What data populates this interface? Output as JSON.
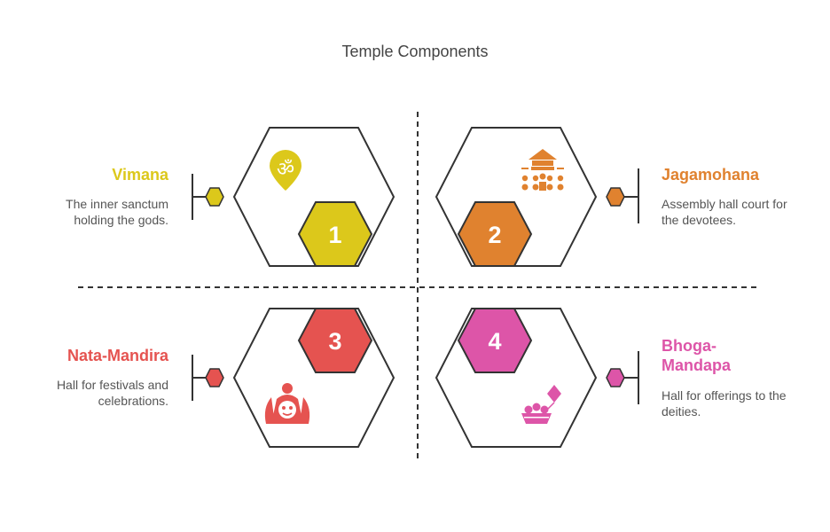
{
  "title": "Temple Components",
  "components": [
    {
      "number": "1",
      "name": "Vimana",
      "description": "The inner sanctum holding the gods.",
      "color": "#DCC81B",
      "icon": "om-symbol-icon"
    },
    {
      "number": "2",
      "name": "Jagamohana",
      "description": "Assembly hall court for the devotees.",
      "color": "#E0822F",
      "icon": "assembly-hall-icon"
    },
    {
      "number": "3",
      "name": "Nata-Mandira",
      "description": "Hall for festivals and celebrations.",
      "color": "#E55350",
      "icon": "festival-deity-icon"
    },
    {
      "number": "4",
      "name": "Bhoga-Mandapa",
      "description": "Hall for offerings to the deities.",
      "color": "#DD55A8",
      "icon": "offering-basket-icon"
    }
  ],
  "colors": {
    "outline": "#333333",
    "divider": "#333333",
    "title": "#444444",
    "description": "#555555"
  }
}
